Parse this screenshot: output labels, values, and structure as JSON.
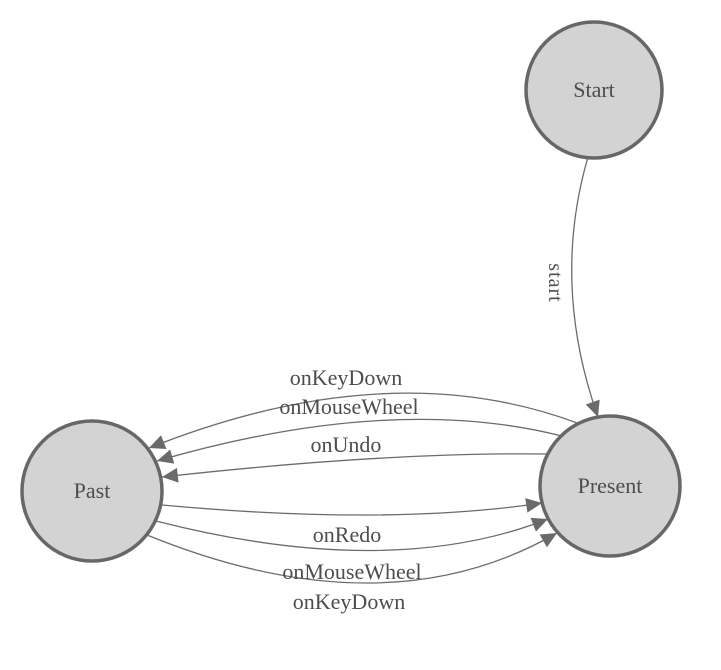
{
  "diagram": {
    "type": "state-machine",
    "title": "undo-redo state diagram",
    "colors": {
      "background": "#ffffff",
      "node_fill": "#d3d3d3",
      "node_border": "#676767",
      "edge_line": "#6b6b6b",
      "arrowhead": "#6a6a6a",
      "text": "#4d4d4d"
    },
    "nodes": [
      {
        "id": "start",
        "label": "Start"
      },
      {
        "id": "past",
        "label": "Past"
      },
      {
        "id": "present",
        "label": "Present"
      }
    ],
    "edges": [
      {
        "from": "start",
        "to": "present",
        "label": "start"
      },
      {
        "from": "present",
        "to": "past",
        "label": "onKeyDown"
      },
      {
        "from": "present",
        "to": "past",
        "label": "onMouseWheel"
      },
      {
        "from": "present",
        "to": "past",
        "label": "onUndo"
      },
      {
        "from": "past",
        "to": "present",
        "label": "onRedo"
      },
      {
        "from": "past",
        "to": "present",
        "label": "onMouseWheel"
      },
      {
        "from": "past",
        "to": "present",
        "label": "onKeyDown"
      }
    ]
  }
}
